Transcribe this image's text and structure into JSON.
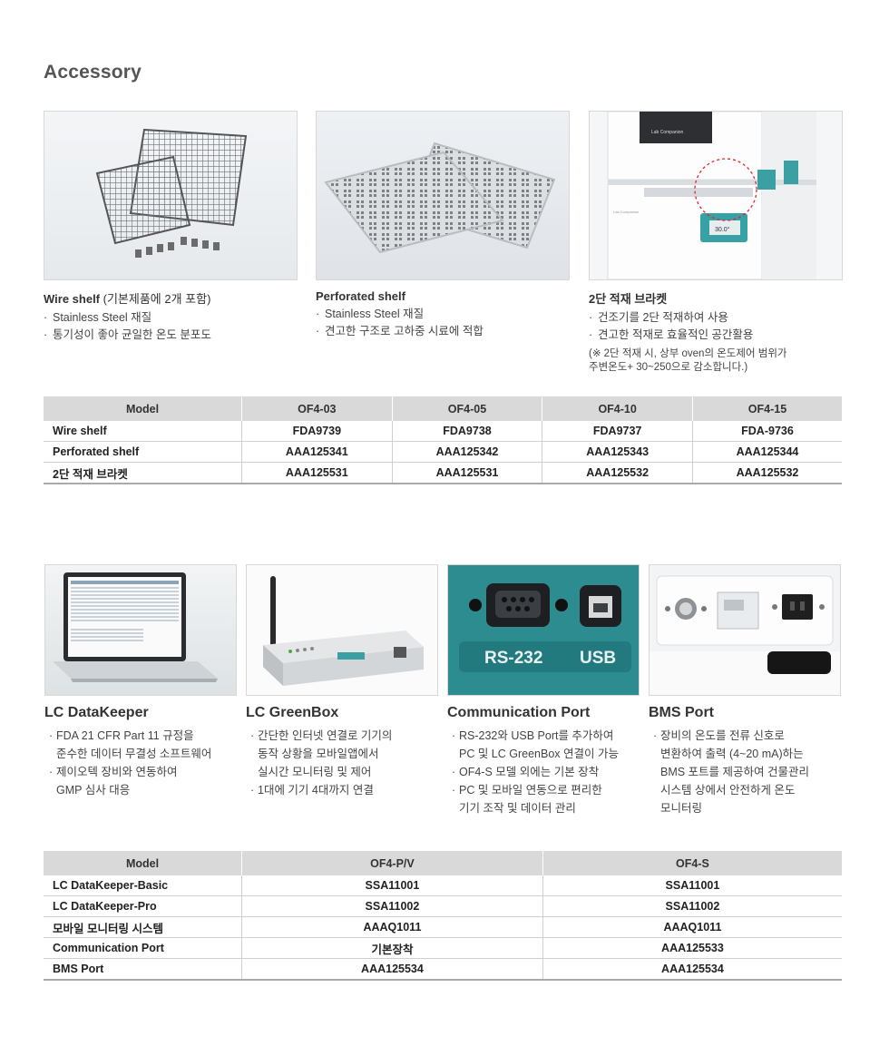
{
  "accessory_title": "Accessory",
  "top_cards": [
    {
      "title": "Wire shelf",
      "title_sub": " (기본제품에 2개 포함)",
      "bullets": [
        "Stainless Steel 재질",
        "통기성이 좋아 균일한 온도 분포도"
      ]
    },
    {
      "title": "Perforated shelf",
      "title_sub": "",
      "bullets": [
        "Stainless Steel 재질",
        "견고한 구조로 고하중 시료에 적합"
      ]
    },
    {
      "title": "2단 적재 브라켓",
      "title_sub": "",
      "bullets": [
        "건조기를 2단 적재하여 사용",
        "견고한 적재로 효율적인 공간활용"
      ],
      "note_lines": [
        "(※ 2단 적재 시, 상부 oven의 온도제어 범위가",
        "주변온도+ 30~250으로 감소합니다.)"
      ]
    }
  ],
  "top_image_text": {
    "brand": "Lab Companion",
    "display": "30.0°"
  },
  "table1": {
    "headers": [
      "Model",
      "OF4-03",
      "OF4-05",
      "OF4-10",
      "OF4-15"
    ],
    "rows": [
      [
        "Wire shelf",
        "FDA9739",
        "FDA9738",
        "FDA9737",
        "FDA-9736"
      ],
      [
        "Perforated shelf",
        "AAA125341",
        "AAA125342",
        "AAA125343",
        "AAA125344"
      ],
      [
        "2단 적재 브라켓",
        "AAA125531",
        "AAA125531",
        "AAA125532",
        "AAA125532"
      ]
    ]
  },
  "bottom_cards": [
    {
      "title": "LC DataKeeper",
      "lines": [
        {
          "t": "FDA 21 CFR Part 11 규정을",
          "k": "b"
        },
        {
          "t": "준수한 데이터 무결성 소프트웨어",
          "k": "c"
        },
        {
          "t": "제이오텍 장비와 연동하여",
          "k": "b"
        },
        {
          "t": "GMP 심사 대응",
          "k": "c"
        }
      ]
    },
    {
      "title": "LC GreenBox",
      "lines": [
        {
          "t": "간단한 인터넷 연결로 기기의",
          "k": "b"
        },
        {
          "t": "동작 상황을 모바일앱에서",
          "k": "c"
        },
        {
          "t": "실시간 모니터링 및 제어",
          "k": "c"
        },
        {
          "t": "1대에 기기 4대까지 연결",
          "k": "b"
        }
      ]
    },
    {
      "title": "Communication Port",
      "lines": [
        {
          "t": "RS-232와 USB Port를 추가하여",
          "k": "b"
        },
        {
          "t": "PC 및 LC GreenBox 연결이 가능",
          "k": "c"
        },
        {
          "t": "OF4-S 모델 외에는 기본 장착",
          "k": "b"
        },
        {
          "t": "PC 및 모바일 연동으로 편리한",
          "k": "b"
        },
        {
          "t": "기기 조작 및 데이터 관리",
          "k": "c"
        }
      ]
    },
    {
      "title": "BMS Port",
      "lines": [
        {
          "t": "장비의 온도를 전류 신호로",
          "k": "b"
        },
        {
          "t": "변환하여 출력 (4~20 mA)하는",
          "k": "c"
        },
        {
          "t": "BMS 포트를 제공하여 건물관리",
          "k": "c"
        },
        {
          "t": "시스템 상에서 안전하게 온도",
          "k": "c"
        },
        {
          "t": "모니터링",
          "k": "c"
        }
      ]
    }
  ],
  "port_labels": [
    "RS-232",
    "USB"
  ],
  "table2": {
    "headers": [
      "Model",
      "OF4-P/V",
      "OF4-S"
    ],
    "rows": [
      [
        "LC DataKeeper-Basic",
        "SSA11001",
        "SSA11001"
      ],
      [
        "LC DataKeeper-Pro",
        "SSA11002",
        "SSA11002"
      ],
      [
        "모바일 모니터링 시스템",
        "AAAQ1011",
        "AAAQ1011"
      ],
      [
        "Communication Port",
        "기본장착",
        "AAA125533"
      ],
      [
        "BMS Port",
        "AAA125534",
        "AAA125534"
      ]
    ]
  }
}
